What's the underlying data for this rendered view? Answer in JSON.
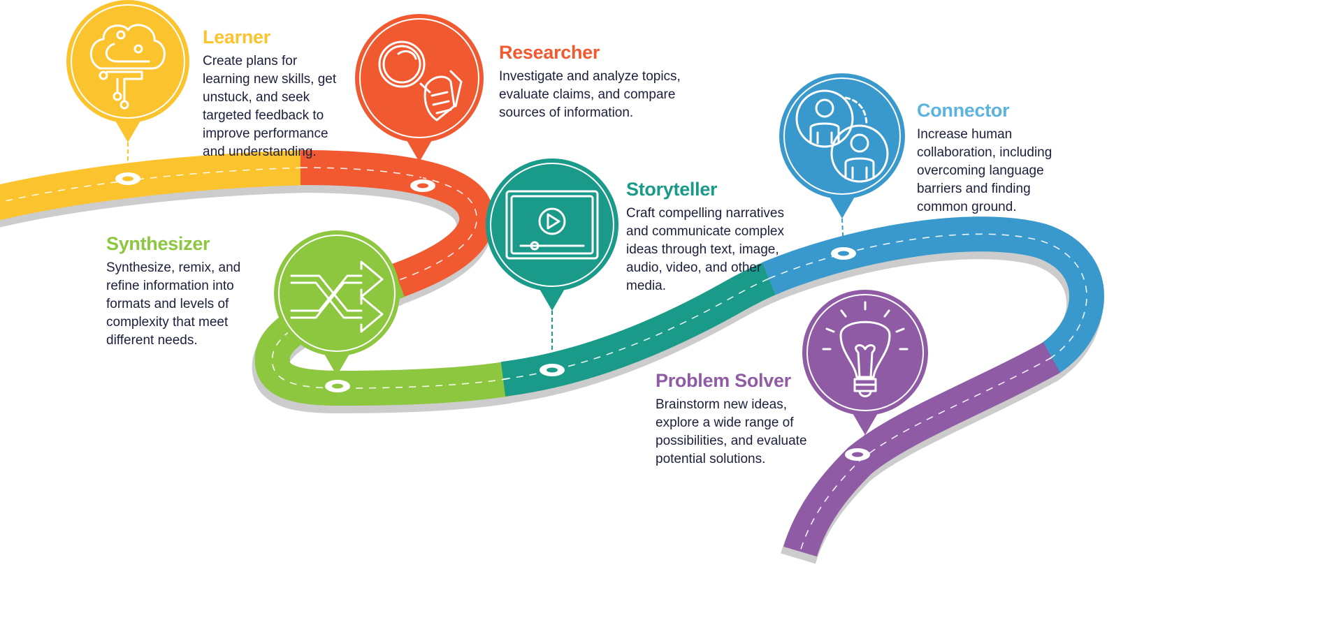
{
  "colors": {
    "learner": "#FBC32D",
    "researcher": "#F15A31",
    "synthesizer": "#8DC63F",
    "storyteller": "#1A9A88",
    "connector": "#3A99CC",
    "connector_title": "#5BB3E0",
    "problem_solver": "#8F5BA5",
    "body_text": "#1B1F3B"
  },
  "stations": {
    "learner": {
      "title": "Learner",
      "icon": "brain-circuit-icon",
      "lines": [
        "Create plans for",
        "learning new skills, get",
        "unstuck, and seek",
        "targeted feedback to",
        "improve performance",
        "and understanding."
      ]
    },
    "researcher": {
      "title": "Researcher",
      "icon": "magnifier-robot-hand-icon",
      "lines": [
        "Investigate and analyze topics,",
        "evaluate claims, and compare",
        "sources of information."
      ]
    },
    "connector": {
      "title": "Connector",
      "icon": "two-people-icon",
      "lines": [
        "Increase human",
        "collaboration, including",
        "overcoming language",
        "barriers and finding",
        "common ground."
      ]
    },
    "storyteller": {
      "title": "Storyteller",
      "icon": "video-player-icon",
      "lines": [
        "Craft compelling narratives",
        "and communicate complex",
        "ideas through text, image,",
        "audio, video, and other",
        "media."
      ]
    },
    "synthesizer": {
      "title": "Synthesizer",
      "icon": "shuffle-arrows-icon",
      "lines": [
        "Synthesize, remix, and",
        "refine information into",
        "formats and levels of",
        "complexity that meet",
        "different needs."
      ]
    },
    "problem_solver": {
      "title": "Problem Solver",
      "icon": "lightbulb-icon",
      "lines": [
        "Brainstorm new ideas,",
        "explore a wide range of",
        "possibilities, and evaluate",
        "potential solutions."
      ]
    }
  }
}
